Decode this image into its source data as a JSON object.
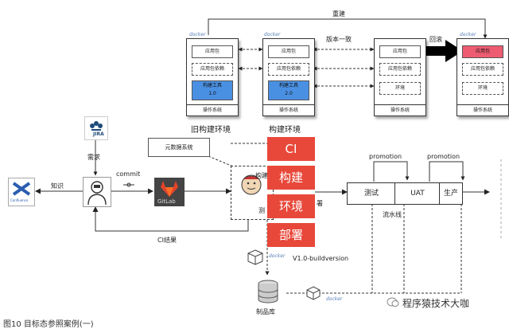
{
  "stacks": {
    "old": {
      "docker": "docker",
      "app_pkg": "应用包",
      "app_dep": "应用包依赖",
      "tool_line1": "构建工具",
      "tool_line2": "1.0",
      "os": "操作系统"
    },
    "new": {
      "docker": "docker",
      "app_pkg": "应用包",
      "app_dep": "应用包依赖",
      "tool_line1": "构建工具",
      "tool_line2": "2.0",
      "os": "操作系统"
    },
    "env": {
      "app_pkg": "应用包",
      "app_dep": "应用包依赖",
      "env": "环境",
      "os": "操作系统"
    },
    "rollback": {
      "docker": "docker",
      "app_pkg": "应用包",
      "app_dep": "应用包依赖",
      "env": "环境",
      "os": "操作系统"
    }
  },
  "labels": {
    "rebuild": "重建",
    "version_consistent": "版本一致",
    "rollback": "回滚",
    "old_env": "旧构建环境",
    "new_env": "构建环境",
    "metadata": "元数据系统",
    "jira": "JIRA",
    "requirement": "需求",
    "knowledge": "知识",
    "confluence": "Confluence",
    "commit": "commit",
    "gitlab": "GitLab",
    "ci_result": "CI结果",
    "jenkins_build": "构建",
    "jenkins_test": "测",
    "deploy_suffix": "署",
    "pipeline": "流水线",
    "buildversion": "V1.0-buildversion",
    "artifact_repo": "制品库",
    "docker": "docker",
    "watermark": "程序猿技术大咖",
    "caption": "图10  目标态参照案例(一)"
  },
  "ci_blocks": [
    "CI",
    "构建",
    "环境",
    "部署"
  ],
  "pipeline_stages": {
    "test": "测试",
    "uat": "UAT",
    "prod": "生产",
    "promotion1": "promotion",
    "promotion2": "promotion"
  },
  "colors": {
    "red_block": "#e8483a",
    "blue_layer": "#4a90e2",
    "red_layer": "#ee5c72",
    "gitlab": "#e2432a"
  }
}
